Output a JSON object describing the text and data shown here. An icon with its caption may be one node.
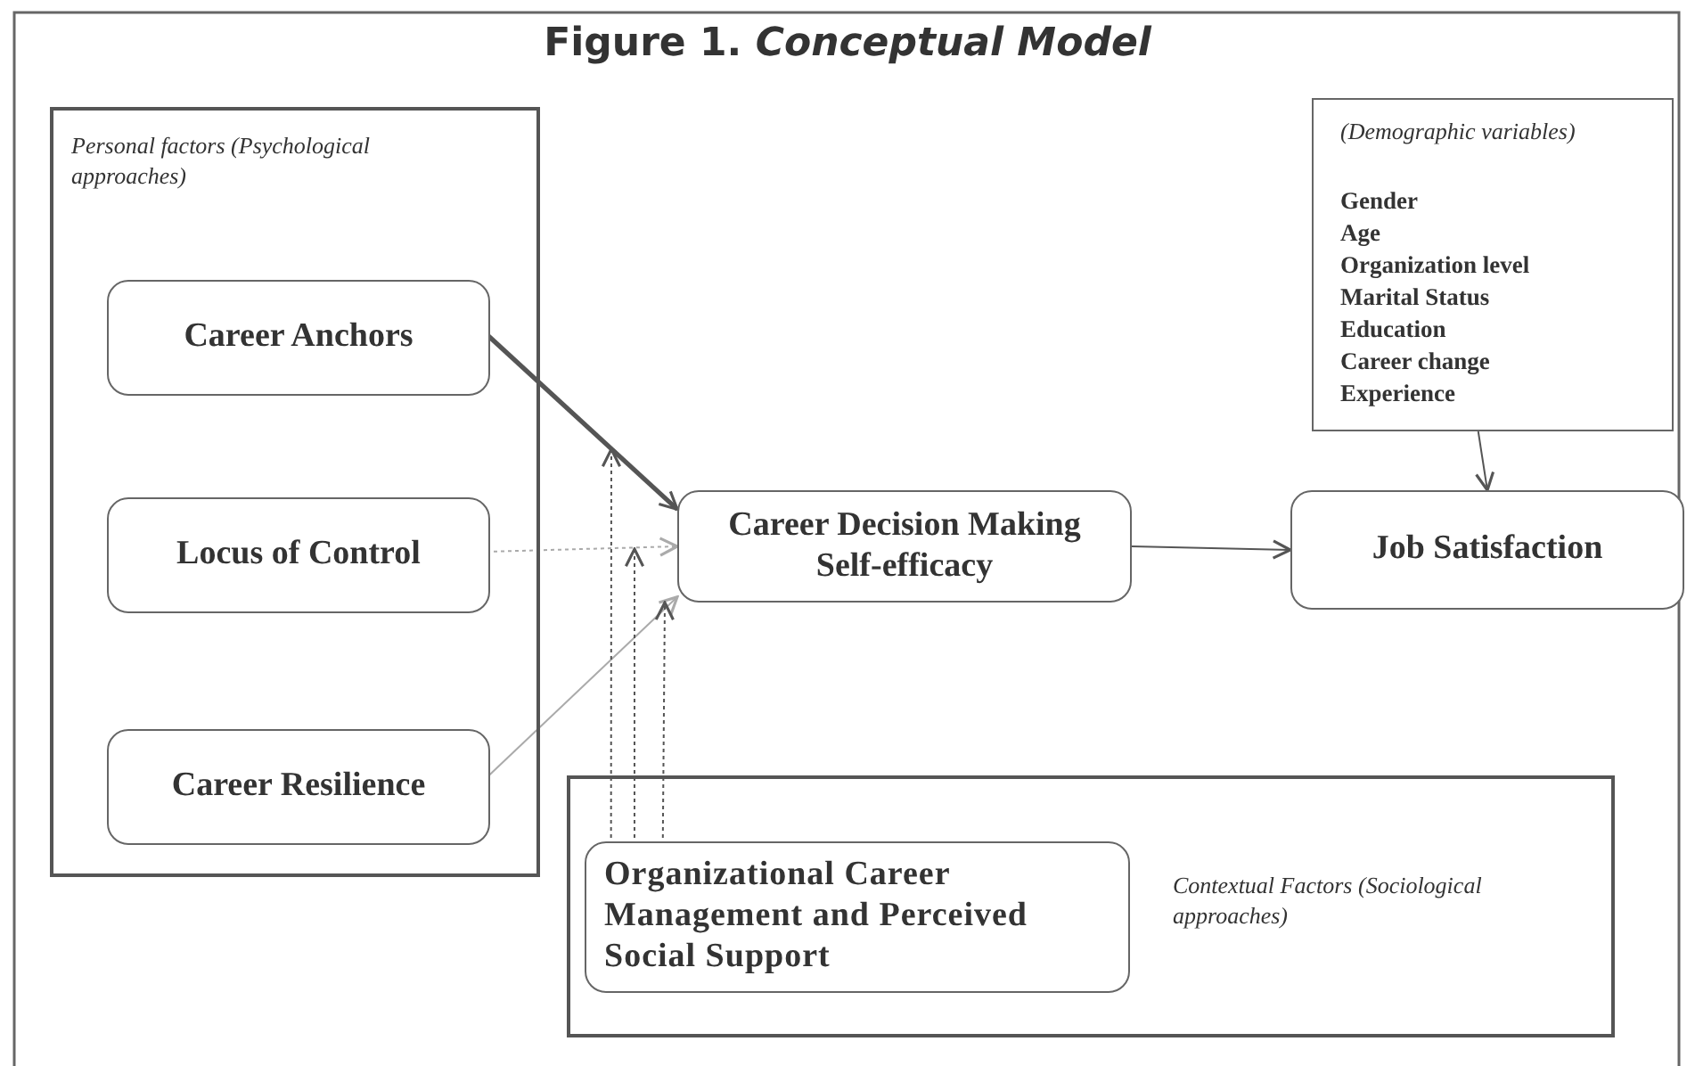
{
  "diagram": {
    "title": "Figure 1. *Conceptual Model*",
    "nodes": [
      {
        "text": [
          "Personal factors (Psychological approaches)"
        ]
      },
      {
        "text": [
          "Career Anchors"
        ],
        "in": 0
      },
      {
        "text": [
          "Locus of Control"
        ],
        "in": 0
      },
      {
        "text": [
          "Career Resilience"
        ],
        "in": 0
      },
      {
        "text": [
          "Career Decision Making Self-efficacy"
        ]
      },
      {
        "text": [
          "Job Satisfaction"
        ]
      },
      {
        "text": [
          "(Demographic variables)",
          "Gender",
          "Age",
          "Organization level",
          "Marital Status",
          "Education",
          "Career change",
          "Experience"
        ]
      },
      {
        "text": [
          "Contextual Factors (Sociological approaches)"
        ]
      },
      {
        "text": [
          "Organizational Career Management and Perceived Social Support"
        ],
        "in": 7
      }
    ],
    "edges": [
      {
        "from": 1,
        "to": 4,
        "arrow": "to",
        "style": "thick"
      },
      {
        "from": 2,
        "to": 4,
        "arrow": "to",
        "style": "dashed",
        "color": "#aaaaaa"
      },
      {
        "from": 3,
        "to": 4,
        "arrow": "to",
        "color": "#aaaaaa"
      },
      {
        "from": 8,
        "to": null,
        "arrow": "to",
        "style": "dashed"
      },
      {
        "from": 8,
        "to": 4,
        "arrow": "to",
        "style": "dashed"
      },
      {
        "from": 8,
        "to": 4,
        "arrow": "to",
        "style": "dashed"
      },
      {
        "from": 4,
        "to": 5,
        "arrow": "to"
      },
      {
        "from": 6,
        "to": 5,
        "arrow": "to"
      }
    ]
  }
}
